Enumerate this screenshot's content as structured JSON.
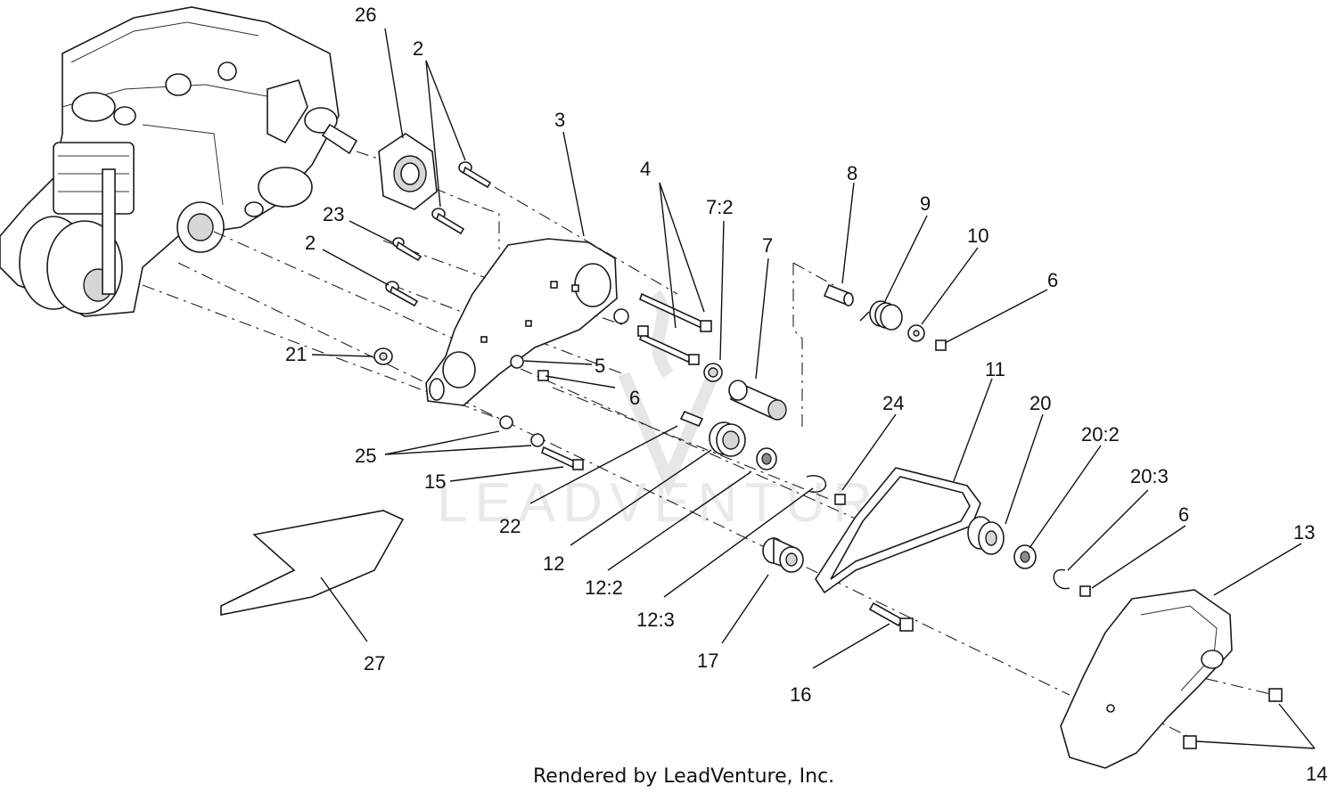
{
  "callouts": [
    {
      "text": "26"
    },
    {
      "text": "2"
    },
    {
      "text": "3"
    },
    {
      "text": "4"
    },
    {
      "text": "7:2"
    },
    {
      "text": "7"
    },
    {
      "text": "8"
    },
    {
      "text": "9"
    },
    {
      "text": "10"
    },
    {
      "text": "6"
    },
    {
      "text": "23"
    },
    {
      "text": "2"
    },
    {
      "text": "21"
    },
    {
      "text": "5"
    },
    {
      "text": "6"
    },
    {
      "text": "11"
    },
    {
      "text": "24"
    },
    {
      "text": "20"
    },
    {
      "text": "20:2"
    },
    {
      "text": "20:3"
    },
    {
      "text": "6"
    },
    {
      "text": "25"
    },
    {
      "text": "15"
    },
    {
      "text": "22"
    },
    {
      "text": "12"
    },
    {
      "text": "12:2"
    },
    {
      "text": "12:3"
    },
    {
      "text": "17"
    },
    {
      "text": "16"
    },
    {
      "text": "13"
    },
    {
      "text": "14"
    },
    {
      "text": "27"
    }
  ],
  "watermark": "LEADVENTURE",
  "credit": "Rendered by LeadVenture, Inc."
}
